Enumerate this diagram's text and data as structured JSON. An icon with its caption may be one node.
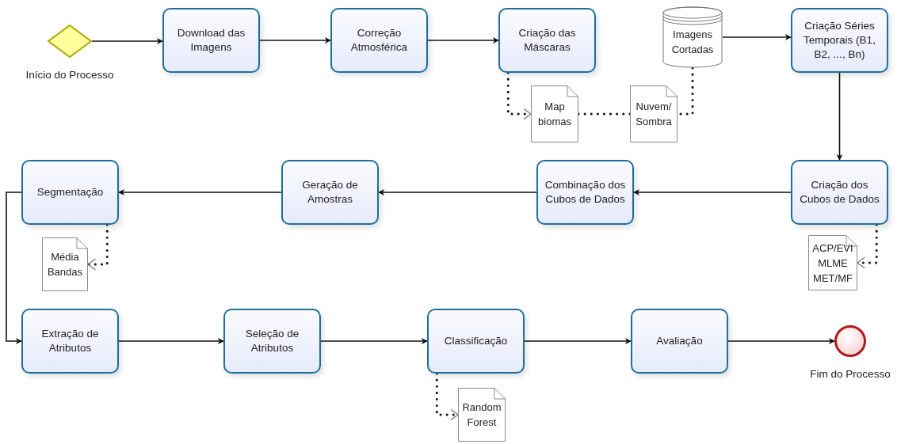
{
  "diagram": {
    "nodes": [
      {
        "text": [],
        "shape": "diamond",
        "beside": [
          "Início do Processo"
        ]
      },
      {
        "text": [
          "Download das Imagens"
        ]
      },
      {
        "text": [
          "Correção Atmosférica"
        ]
      },
      {
        "text": [
          "Criação das Máscaras"
        ]
      },
      {
        "text": [
          "Map biomas"
        ]
      },
      {
        "text": [
          "Nuvem/ Sombra"
        ]
      },
      {
        "text": [
          "Imagens Cortadas"
        ]
      },
      {
        "text": [
          "Criação Séries Temporais (B1, B2, ..., Bn)"
        ]
      },
      {
        "text": [
          "Criação dos Cubos de Dados"
        ]
      },
      {
        "text": [
          "ACP/EVI MLME MET/MF"
        ]
      },
      {
        "text": [
          "Combinação dos Cubos de Dados"
        ]
      },
      {
        "text": [
          "Geração de Amostras"
        ]
      },
      {
        "text": [
          "Segmentação"
        ]
      },
      {
        "text": [
          "Média Bandas"
        ]
      },
      {
        "text": [
          "Extração de Atributos"
        ]
      },
      {
        "text": [
          "Seleção de Atributos"
        ]
      },
      {
        "text": [
          "Classificação"
        ]
      },
      {
        "text": [
          "Random Forest"
        ]
      },
      {
        "text": [
          "Avaliação"
        ]
      },
      {
        "text": [],
        "shape": "circle",
        "beside": [
          "Fim do Processo"
        ]
      }
    ],
    "edges": [
      {
        "from": 0,
        "to": 1,
        "arrow": "to"
      },
      {
        "from": 1,
        "to": 2,
        "arrow": "to"
      },
      {
        "from": 2,
        "to": 3,
        "arrow": "to"
      },
      {
        "from": 3,
        "to": 4,
        "arrow": "to",
        "style": "dashed"
      },
      {
        "from": 4,
        "to": 5,
        "arrow": "none",
        "style": "dashed"
      },
      {
        "from": 6,
        "to": 5,
        "arrow": "none",
        "style": "dashed"
      },
      {
        "from": 6,
        "to": 7,
        "arrow": "to"
      },
      {
        "from": 7,
        "to": 8,
        "arrow": "to"
      },
      {
        "from": 8,
        "to": 9,
        "arrow": "to",
        "style": "dashed"
      },
      {
        "from": 8,
        "to": 10,
        "arrow": "to"
      },
      {
        "from": 10,
        "to": 11,
        "arrow": "to"
      },
      {
        "from": 11,
        "to": 12,
        "arrow": "to"
      },
      {
        "from": 12,
        "to": 13,
        "arrow": "to",
        "style": "dashed"
      },
      {
        "from": 12,
        "to": 14,
        "arrow": "to"
      },
      {
        "from": 14,
        "to": 15,
        "arrow": "to"
      },
      {
        "from": 15,
        "to": 16,
        "arrow": "to"
      },
      {
        "from": 16,
        "to": 17,
        "arrow": "to",
        "style": "dashed"
      },
      {
        "from": 16,
        "to": 18,
        "arrow": "to"
      },
      {
        "from": 18,
        "to": 19,
        "arrow": "to"
      }
    ]
  }
}
